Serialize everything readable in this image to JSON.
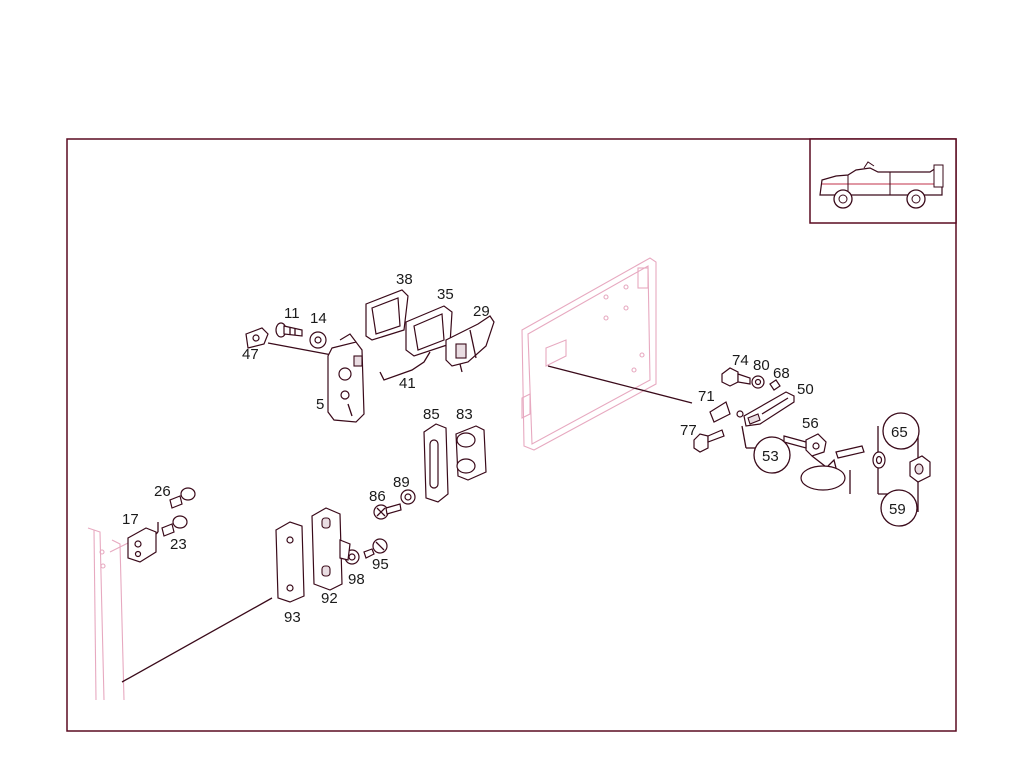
{
  "diagram": {
    "part_numbers": [
      "38",
      "35",
      "29",
      "11",
      "14",
      "47",
      "41",
      "5",
      "85",
      "83",
      "89",
      "86",
      "98",
      "95",
      "92",
      "93",
      "26",
      "17",
      "23",
      "74",
      "80",
      "68",
      "50",
      "71",
      "77",
      "56",
      "53",
      "65",
      "59"
    ],
    "circled_parts": [
      "53",
      "65",
      "59"
    ],
    "inset": "vehicle-thumbnail",
    "colors": {
      "line": "#3a0a1a",
      "ghost": "#e7a9c0",
      "frame": "#5a0a20",
      "background": "#ffffff"
    }
  }
}
